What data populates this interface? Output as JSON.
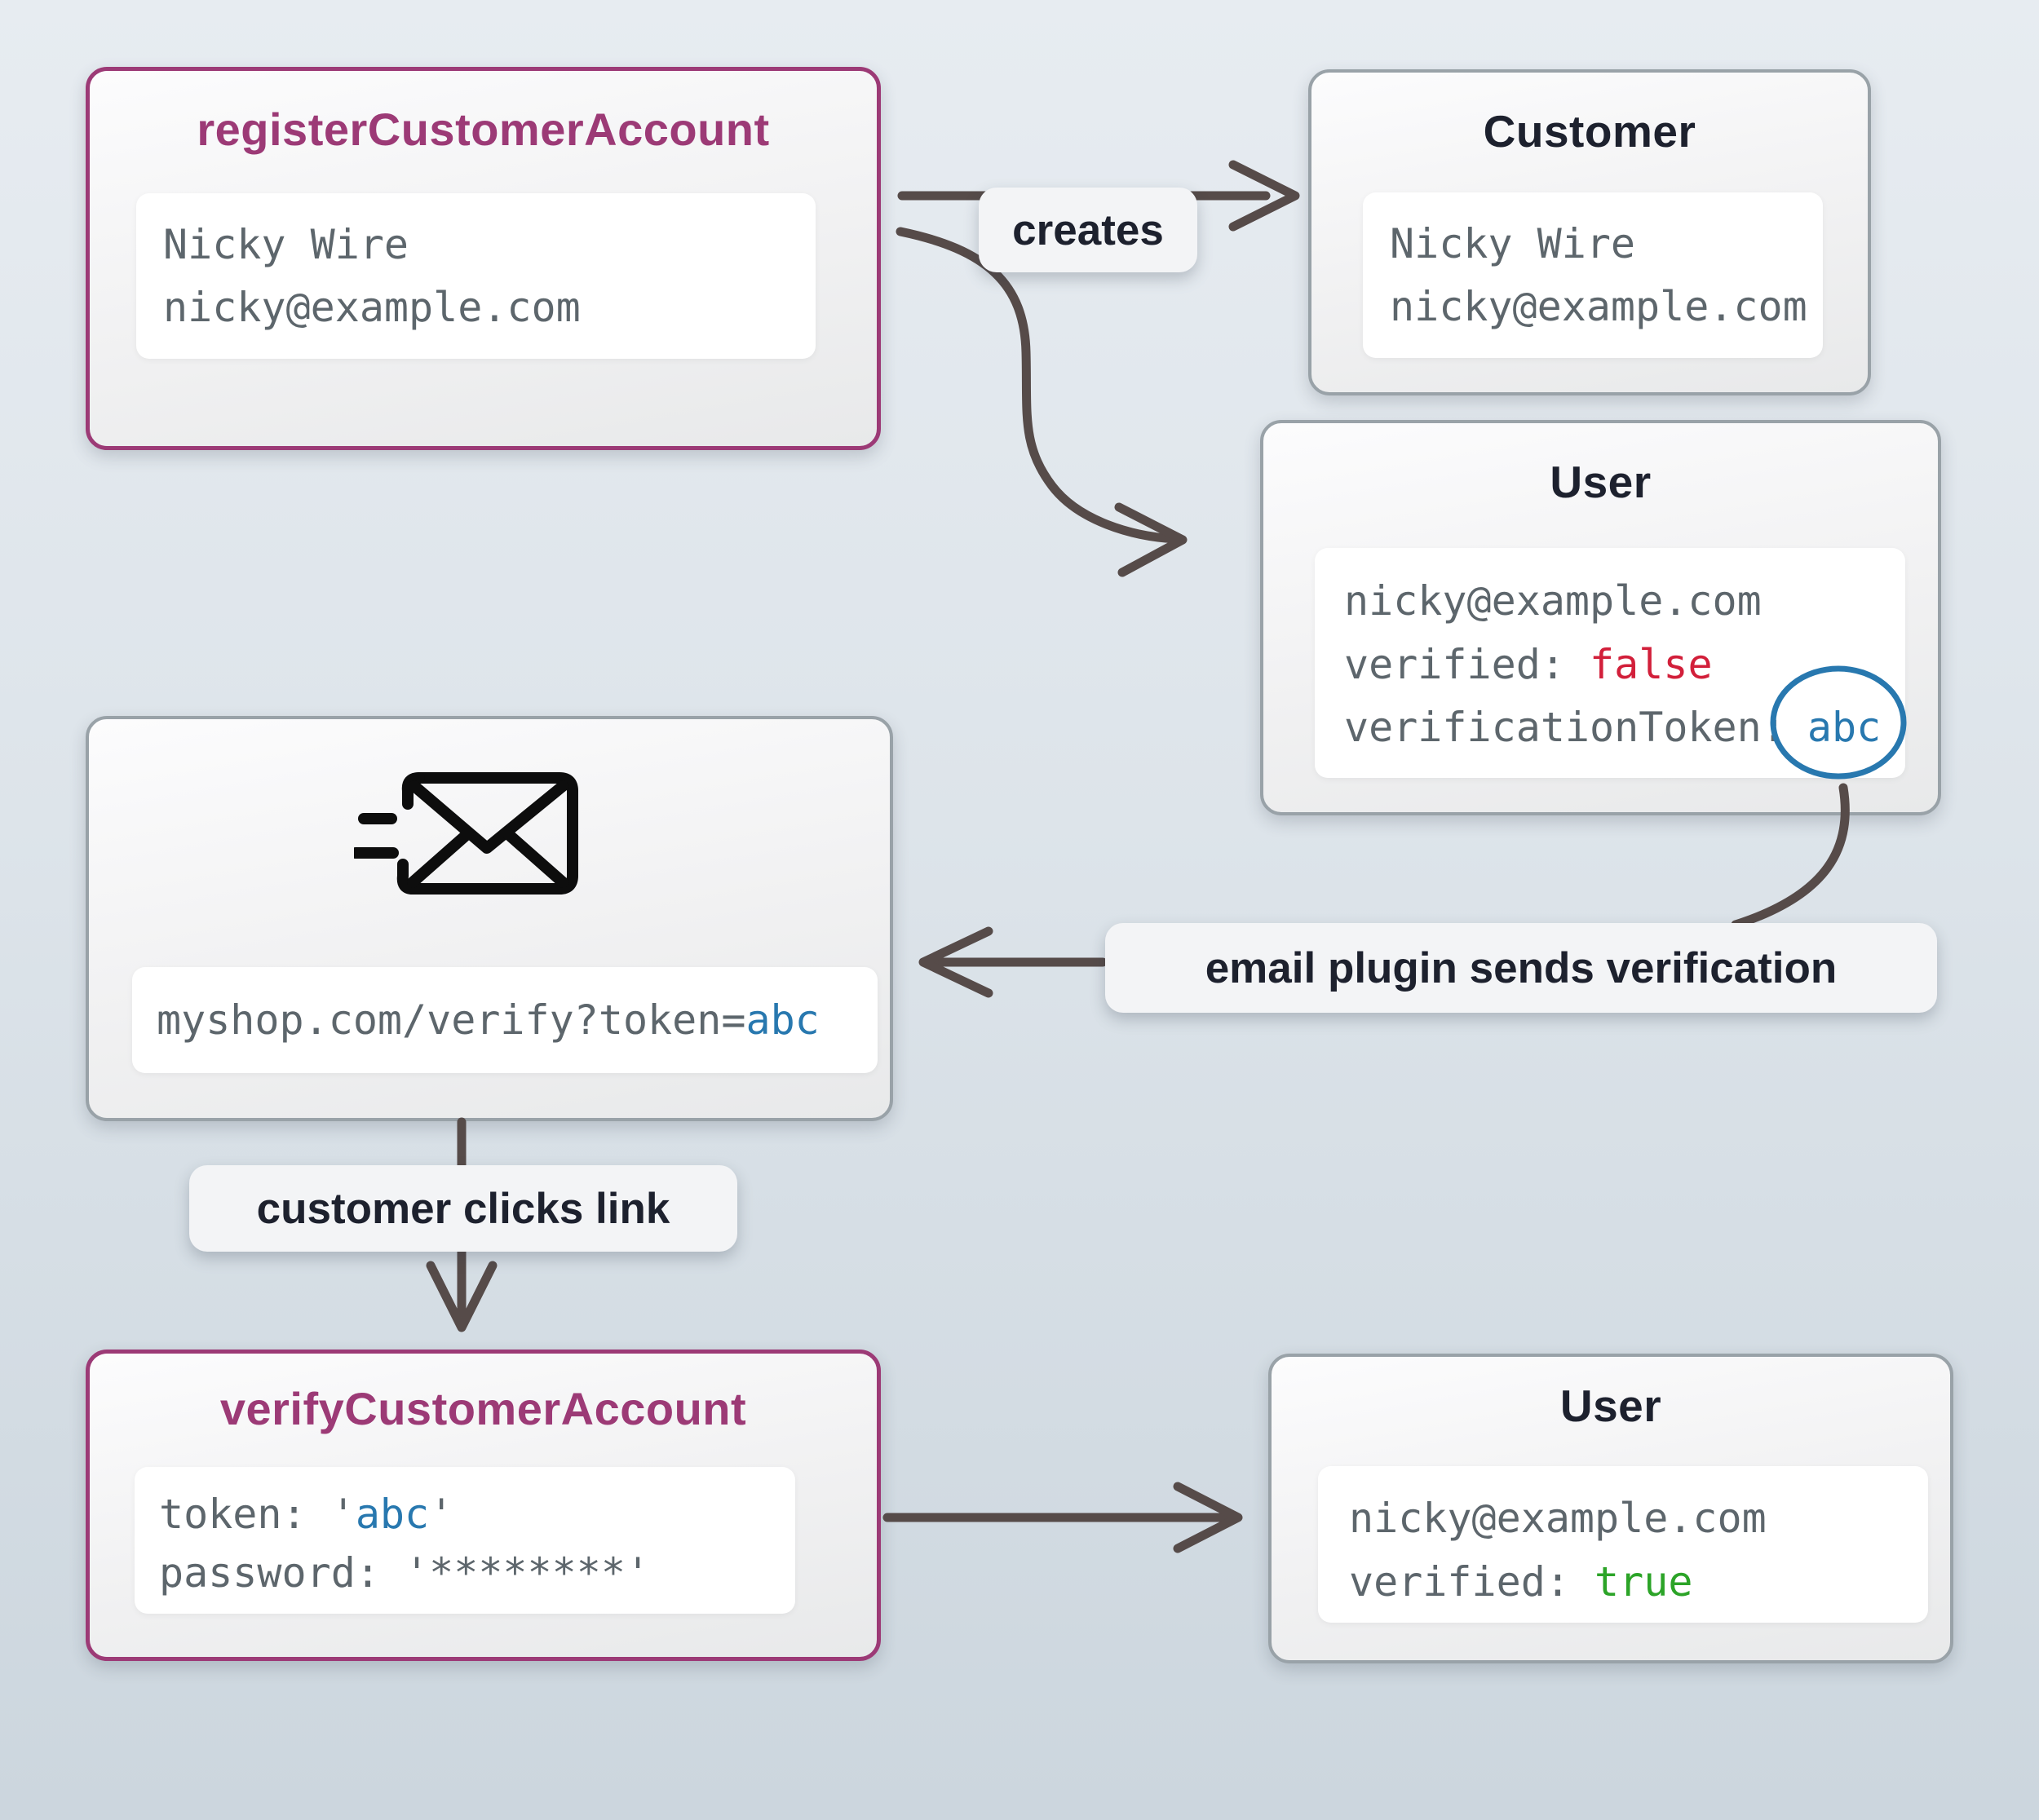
{
  "colors": {
    "page-top": "#e7ecf1",
    "page-bottom": "#ccd6de",
    "accent": "#9c3a76",
    "navy": "#1d212e",
    "arrow": "#564b49",
    "code": "#5d666c",
    "red": "#d21f3a",
    "blue": "#2878af",
    "green": "#2ca428",
    "node-border": "#99a2a8",
    "label-bg": "#f3f4f6",
    "icon": "#0d0d0d"
  },
  "nodes": {
    "register": {
      "title": "registerCustomerAccount",
      "name": "Nicky Wire",
      "email": "nicky@example.com"
    },
    "customer": {
      "title": "Customer",
      "name": "Nicky Wire",
      "email": "nicky@example.com"
    },
    "user_unverified": {
      "title": "User",
      "email": "nicky@example.com",
      "verified_label": "verified: ",
      "verified_value": "false",
      "token_label": "verificationToken:",
      "token_value": "abc"
    },
    "email_message": {
      "icon": "send-email-icon",
      "url_prefix": "myshop.com/verify?token=",
      "url_token": "abc"
    },
    "verify": {
      "title": "verifyCustomerAccount",
      "token_prefix": "token: '",
      "token_value": "abc",
      "token_suffix": "'",
      "password_line": "password: '********'"
    },
    "user_verified": {
      "title": "User",
      "email": "nicky@example.com",
      "verified_label": "verified: ",
      "verified_value": "true"
    }
  },
  "edge_labels": {
    "creates": "creates",
    "email_plugin": "email plugin sends verification",
    "customer_clicks": "customer clicks link"
  }
}
